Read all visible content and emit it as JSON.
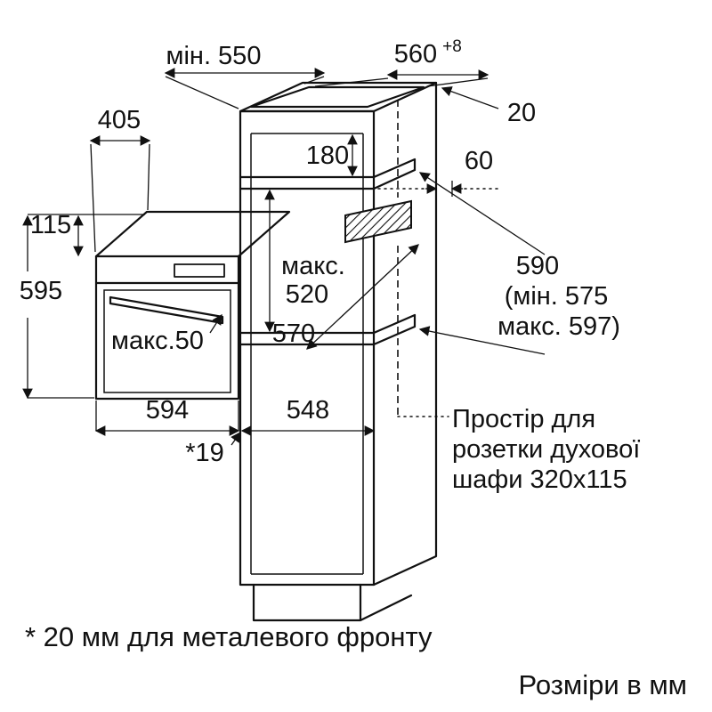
{
  "colors": {
    "line": "#111111",
    "background": "#ffffff"
  },
  "dims": {
    "min550": "мін. 550",
    "w560": "560",
    "w560_tol": "+8",
    "wall20": "20",
    "d405": "405",
    "h180": "180",
    "d60": "60",
    "h115": "115",
    "h595": "595",
    "maks": "макс.",
    "d520": "520",
    "h570": "570",
    "h590": "590",
    "h590_min": "(мін. 575",
    "h590_max": "макс. 597)",
    "maks50": "макс.50",
    "w594": "594",
    "d548": "548",
    "gap19": "*19"
  },
  "annotations": {
    "socket_line1": "Простір для",
    "socket_line2": "розетки духової",
    "socket_line3": "шафи 320x115",
    "footnote": "* 20 мм для металевого фронту",
    "units_note": "Розміри в мм"
  }
}
